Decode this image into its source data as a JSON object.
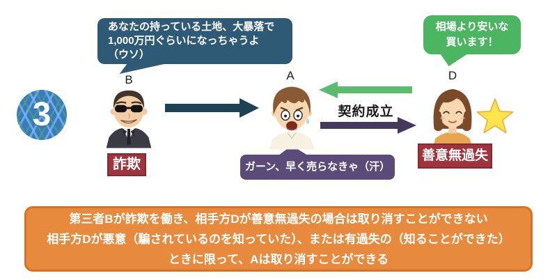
{
  "badge": {
    "number": "3"
  },
  "labels": {
    "b": "B",
    "a": "A",
    "d": "D"
  },
  "bubbles": {
    "b": {
      "lines": [
        "あなたの持っている土地、大暴落で",
        "1,000万円ぐらいになっちゃうよ",
        "（ウソ）"
      ],
      "bg": "#2e5a76"
    },
    "d": {
      "lines": [
        "相場より安いな",
        "買います！"
      ],
      "bg": "#4cb561"
    },
    "a": {
      "text": "ガーン、早く売らなきゃ（汗）",
      "bg": "#5a4b78"
    }
  },
  "tags": {
    "fraud": "詐欺",
    "good_faith": "善意無過失",
    "bg": "#a0343c"
  },
  "arrows": {
    "contract_label": "契約成立",
    "b_to_a_color": "#1f4156",
    "d_to_a_color": "#5bbb6e",
    "a_to_d_color": "#453a5e"
  },
  "star_color": "#ffe44d",
  "note": {
    "bg": "#e88a3e",
    "border": "#d97121",
    "lines": [
      "第三者Bが詐欺を働き、相手方Dが善意無過失の場合は取り消すことができない",
      "相手方Dが悪意（騙されているのを知っていた）、または有過失の（知ることができた）",
      "ときに限って、Aは取り消すことができる"
    ]
  }
}
